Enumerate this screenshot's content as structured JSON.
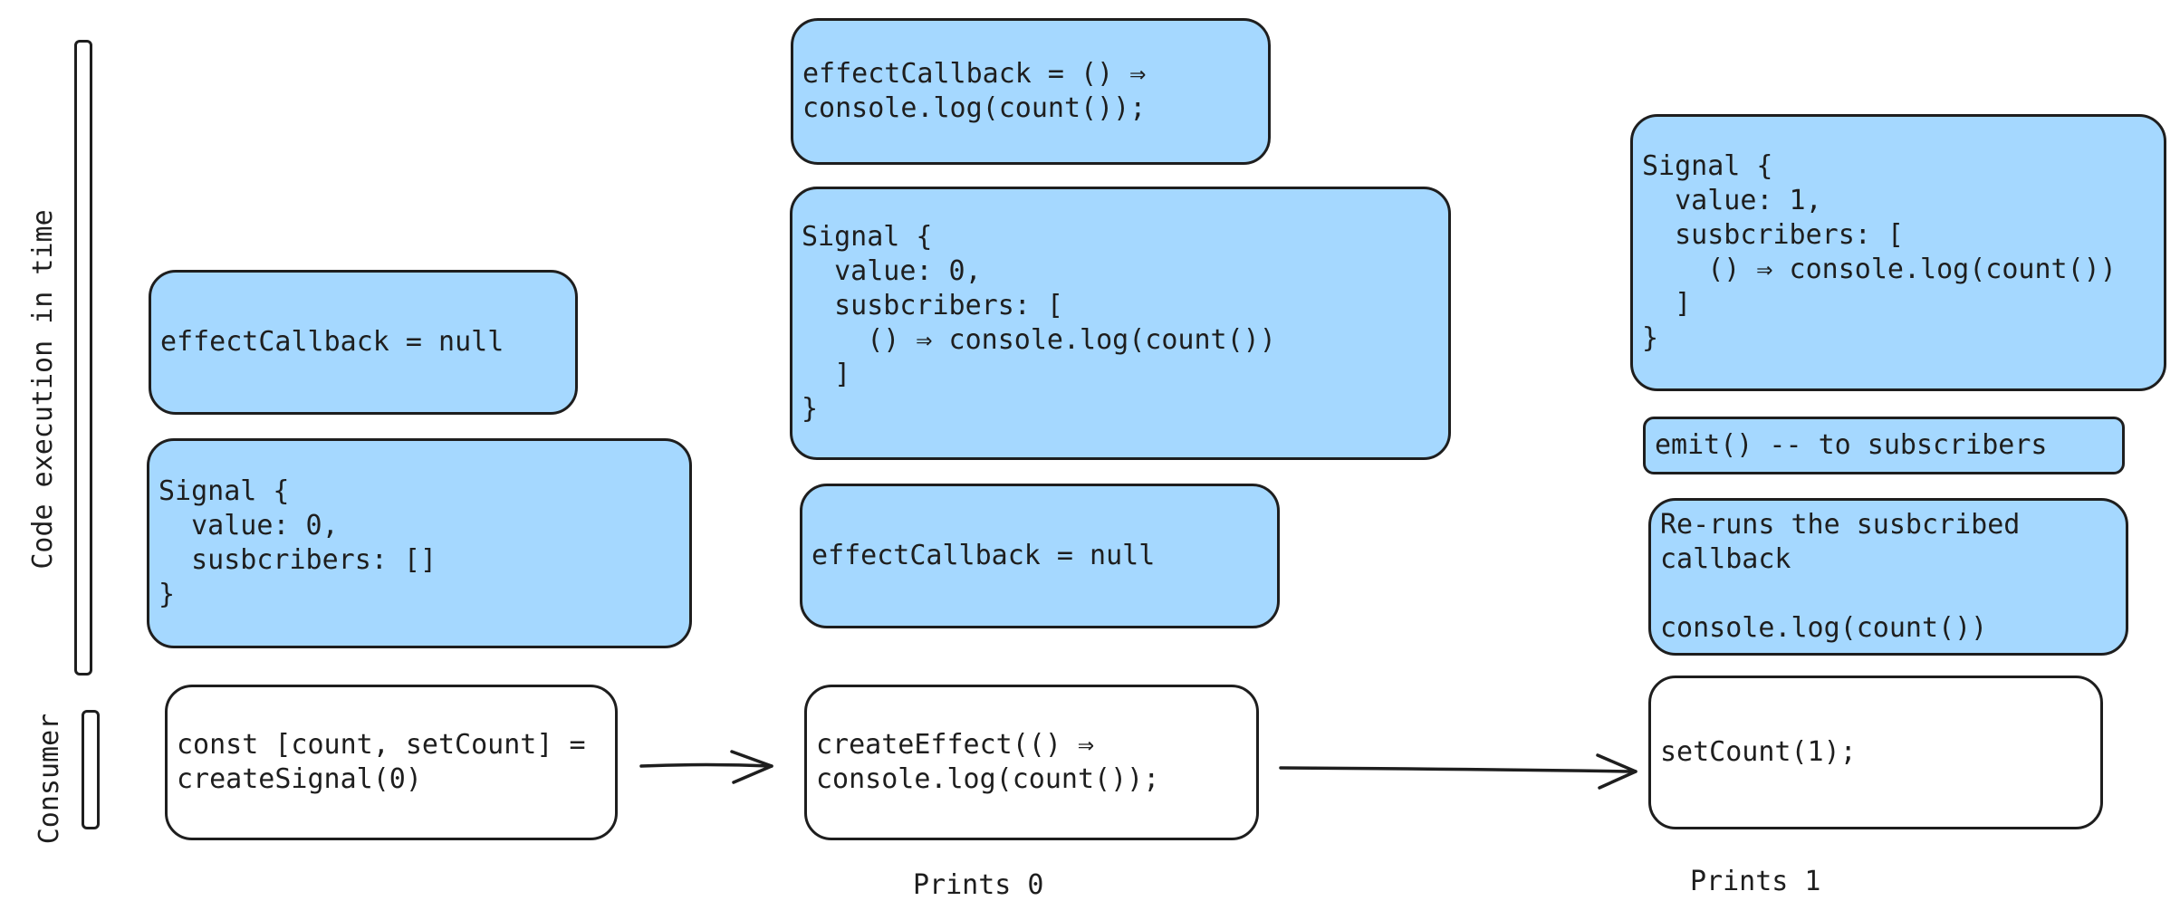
{
  "labels": {
    "time_axis": "Code execution in time",
    "consumer": "Consumer"
  },
  "columns": [
    {
      "consumer_code": "const [count, setCount] =\ncreateSignal(0)",
      "state": [
        "Signal {\n  value: 0,\n  susbcribers: []\n}",
        "effectCallback = null"
      ]
    },
    {
      "consumer_code": "createEffect(() ⇒\nconsole.log(count());",
      "state": [
        "effectCallback = null",
        "Signal {\n  value: 0,\n  susbcribers: [\n    () ⇒ console.log(count())\n  ]\n}",
        "effectCallback = () ⇒\nconsole.log(count());"
      ],
      "caption": "Prints 0"
    },
    {
      "consumer_code": "setCount(1);",
      "state": [
        "Re-runs the susbcribed\ncallback\n\nconsole.log(count())",
        "emit() -- to subscribers",
        "Signal {\n  value: 1,\n  susbcribers: [\n    () ⇒ console.log(count())\n  ]\n}"
      ],
      "caption": "Prints 1"
    }
  ],
  "colors": {
    "state_fill": "#a5d8ff",
    "consumer_fill": "#ffffff",
    "stroke": "#1e1e1e"
  }
}
